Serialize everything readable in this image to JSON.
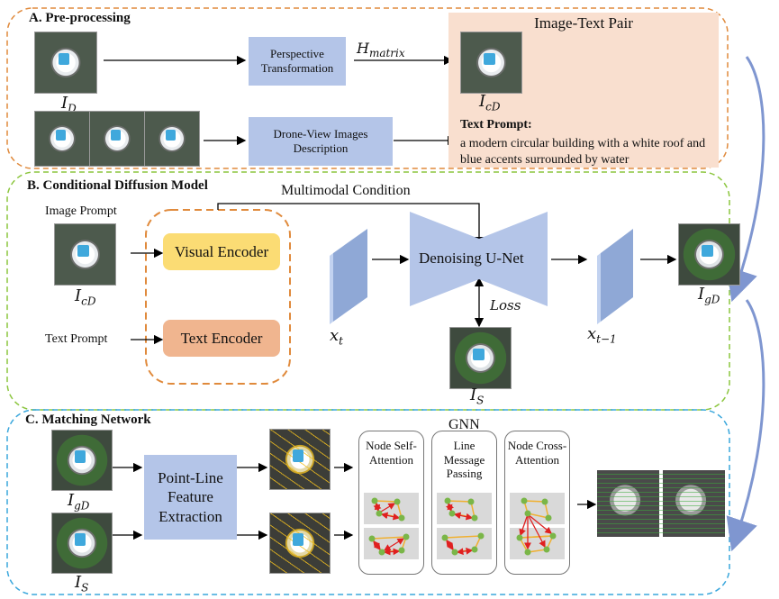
{
  "sections": {
    "a": {
      "title": "A. Pre-processing",
      "perspective_box": "Perspective Transformation",
      "description_box": "Drone-View Images Description",
      "h_matrix_label": "H",
      "h_matrix_sub": "matrix",
      "pair_title": "Image-Text Pair",
      "input_label": "I",
      "input_sub": "D",
      "output_label": "I",
      "output_sub": "cD",
      "text_prompt_heading": "Text Prompt:",
      "text_prompt_body": "a modern circular building with a white roof and blue accents surrounded by water",
      "colors": {
        "border": "#e08a3c",
        "process_box": "#b4c5e8",
        "pair_bg": "#f9dfcf"
      }
    },
    "b": {
      "title": "B. Conditional Diffusion Model",
      "multimodal_label": "Multimodal Condition",
      "image_prompt_label": "Image Prompt",
      "text_prompt_label": "Text Prompt",
      "visual_encoder": "Visual Encoder",
      "text_encoder": "Text Encoder",
      "unet": "Denoising U-Net",
      "loss_label": "Loss",
      "icd_label": "I",
      "icd_sub": "cD",
      "xt_label": "x",
      "xt_sub": "t",
      "xt1_label": "x",
      "xt1_sub": "t−1",
      "is_label": "I",
      "is_sub": "S",
      "igd_label": "I",
      "igd_sub": "gD",
      "colors": {
        "border": "#8cc63f",
        "visual_encoder": "#fbdc74",
        "text_encoder": "#f0b58f",
        "unet": "#b4c5e8"
      }
    },
    "c": {
      "title": "C. Matching Network",
      "feature_box": "Point-Line Feature Extraction",
      "gnn_label": "GNN",
      "gnn_cards": [
        {
          "title": "Node Self-Attention"
        },
        {
          "title": "Line Message Passing"
        },
        {
          "title": "Node Cross-Attention"
        }
      ],
      "igd_label": "I",
      "igd_sub": "gD",
      "is_label": "I",
      "is_sub": "S",
      "colors": {
        "border": "#3aa7dc",
        "node": "#7ab648",
        "edge": "#f0b030",
        "attention": "#e02020"
      }
    }
  },
  "flow_arrows": {
    "color": "#7f96d0"
  }
}
